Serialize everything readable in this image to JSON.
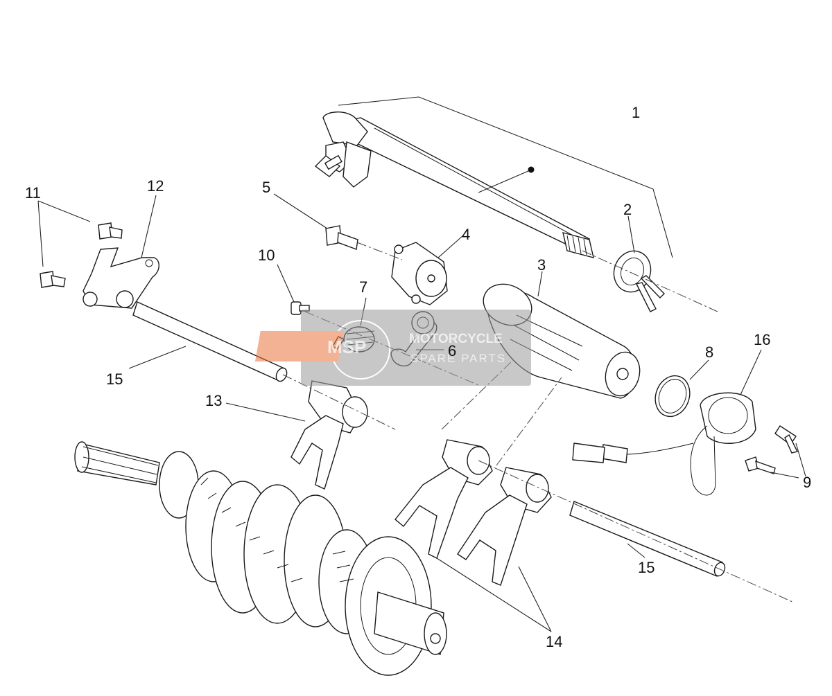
{
  "labels": {
    "l1": "1",
    "l2": "2",
    "l3": "3",
    "l4": "4",
    "l5": "5",
    "l6": "6",
    "l7": "7",
    "l8": "8",
    "l9": "9",
    "l10": "10",
    "l11": "11",
    "l12": "12",
    "l13": "13",
    "l14": "14",
    "l15a": "15",
    "l15b": "15",
    "l16": "16"
  },
  "watermark": {
    "logo": "MSP",
    "line1": "MOTORCYCLE",
    "line2": "SPARE PARTS"
  },
  "colors": {
    "watermark_box": "#9a9a9a",
    "watermark_logo": "#e8743b",
    "line": "#1a1a1a"
  }
}
